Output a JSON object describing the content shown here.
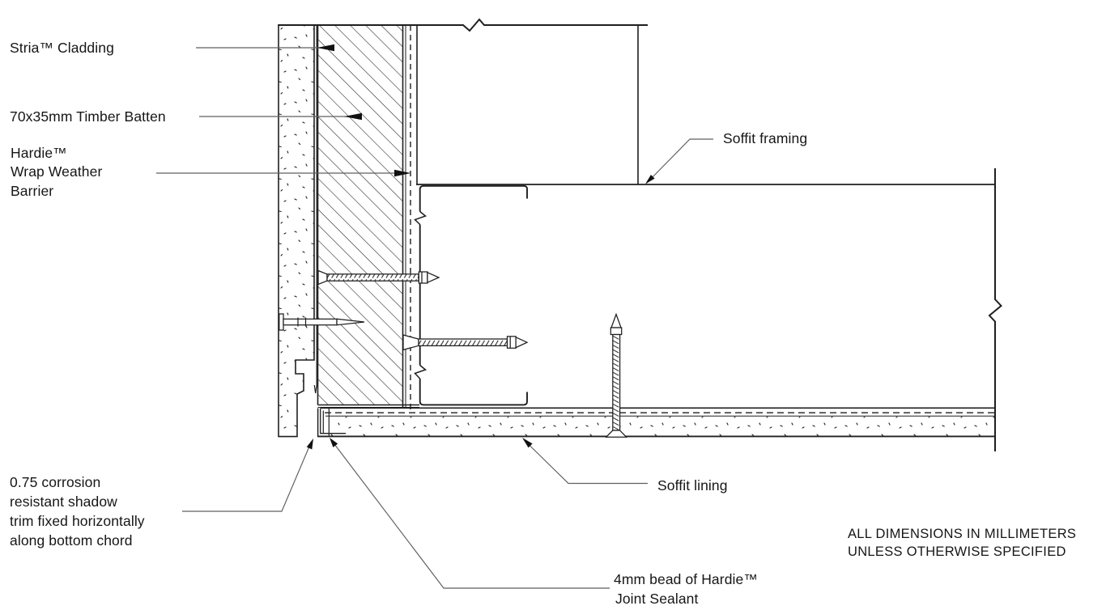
{
  "drawing": {
    "labels": {
      "cladding": "Stria™ Cladding",
      "batten": "70x35mm Timber Batten",
      "wrap_l1": "Hardie™",
      "wrap_l2": "Wrap Weather",
      "wrap_l3": "Barrier",
      "soffit_framing": "Soffit framing",
      "soffit_lining": "Soffit lining",
      "trim_l1": "0.75 corrosion",
      "trim_l2": "resistant shadow",
      "trim_l3": "trim fixed horizontally",
      "trim_l4": "along bottom chord",
      "sealant_l1": "4mm bead of Hardie™",
      "sealant_l2": "Joint Sealant"
    },
    "note": {
      "line1": "ALL DIMENSIONS IN MILLIMETERS",
      "line2": "UNLESS OTHERWISE SPECIFIED"
    },
    "colors": {
      "line": "#1f1f1f",
      "leader": "#5f5f5f",
      "background": "#ffffff"
    }
  }
}
